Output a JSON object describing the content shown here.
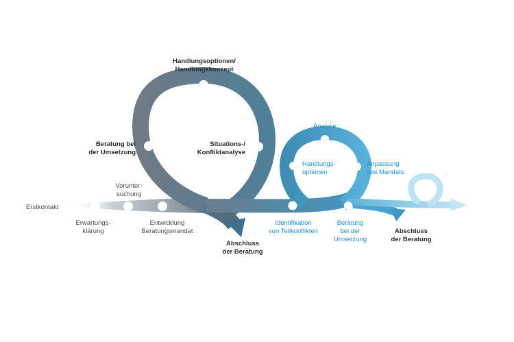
{
  "labels": {
    "erstkontakt": "Erstkontakt",
    "erwartungsklaerung": "Erwartungs-\nklärung",
    "voruntersuchung": "Vorunter-\nsuchung",
    "entwicklung": "Entwicklung\nBeratungsmandat",
    "handlungsoptionen_konzept": "Handlungsoptionen/\nHandlungskonzept",
    "beratung_umsetzung_1": "Beratung bei\nder Umsetzung",
    "situationsanalyse": "Situations-/\nKonfliktanalyse",
    "abschluss_1": "Abschluss\nder Beratung",
    "analyse": "Analyse",
    "handlungsoptionen": "Handlungs-\noptionen",
    "anpassung": "Anpassung\ndes Mandats",
    "identifikation": "Identifikation\nvon Teilkonflikten",
    "beratung_umsetzung_2": "Beratung\nbei der\nUmsetzung",
    "abschluss_2": "Abschluss\nder Beratung"
  },
  "colors": {
    "grey_dark": "#5f6b76",
    "grey_mid": "#7c8791",
    "grey_light": "#c8cdd2",
    "teal": "#4a84a0",
    "blue": "#3b9cc9",
    "blue_light": "#a9d9f1",
    "label_blue": "#1e90c8"
  }
}
